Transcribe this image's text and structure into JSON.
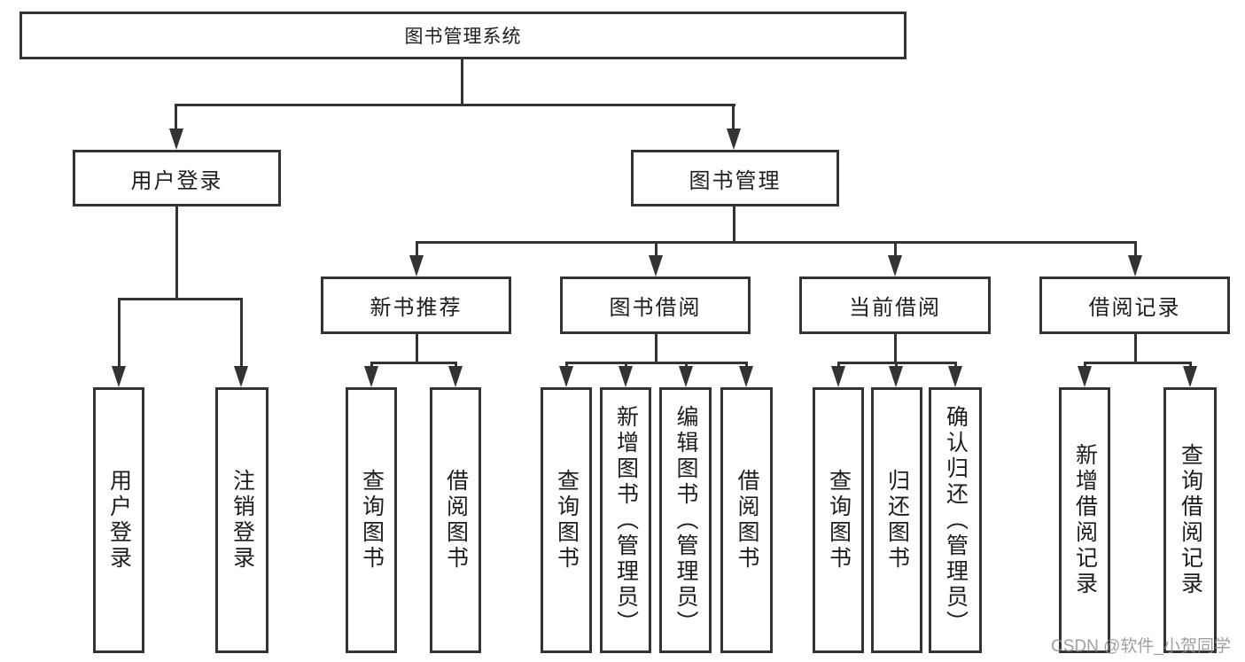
{
  "tree": {
    "root": "图书管理系统",
    "user_login": {
      "label": "用户登录",
      "leaves": [
        "用户登录",
        "注销登录"
      ]
    },
    "book_management": {
      "label": "图书管理",
      "sections": [
        {
          "label": "新书推荐",
          "leaves": [
            "查询图书",
            "借阅图书"
          ]
        },
        {
          "label": "图书借阅",
          "leaves": [
            "查询图书",
            "新增图书（管理员）",
            "编辑图书（管理员）",
            "借阅图书"
          ]
        },
        {
          "label": "当前借阅",
          "leaves": [
            "查询图书",
            "归还图书",
            "确认归还（管理员）"
          ]
        },
        {
          "label": "借阅记录",
          "leaves": [
            "新增借阅记录",
            "查询借阅记录"
          ]
        }
      ]
    }
  },
  "watermark": "CSDN @软件_小贺同学",
  "colors": {
    "line": "#333333",
    "text": "#1d1d1d",
    "background": "#ffffff",
    "watermark": "#8f8f8f"
  }
}
